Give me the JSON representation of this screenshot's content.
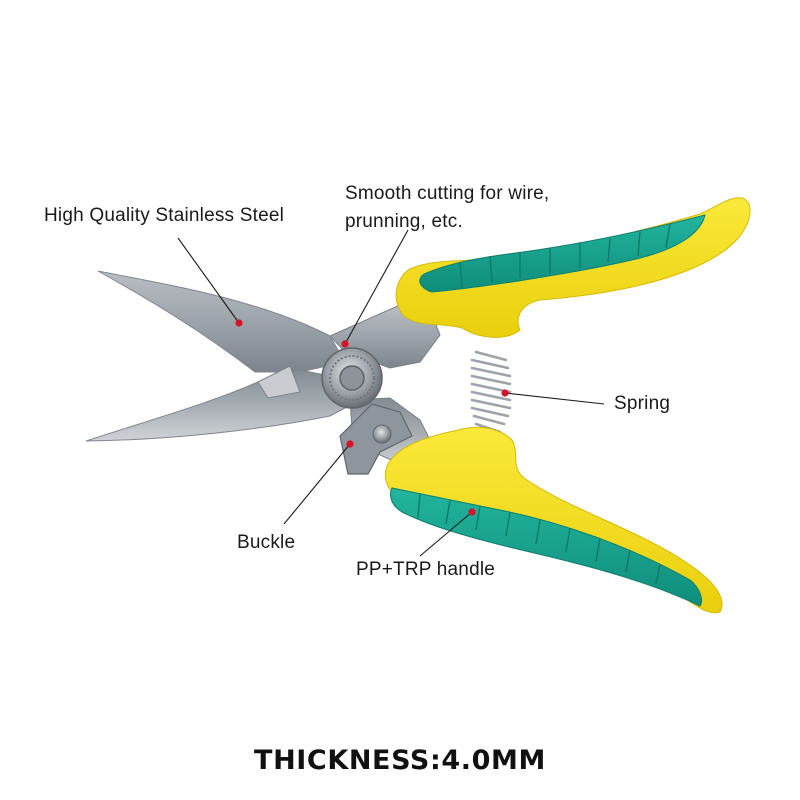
{
  "product": {
    "callouts": {
      "steel": "High Quality Stainless Steel",
      "cutting_line1": "Smooth cutting for wire,",
      "cutting_line2": "prunning, etc.",
      "spring": "Spring",
      "buckle": "Buckle",
      "handle": "PP+TRP handle"
    },
    "thickness": "THICKNESS:4.0MM"
  },
  "colors": {
    "handle_yellow": "#f7e21a",
    "handle_teal": "#16a792",
    "blade_steel": "#9aa1a8",
    "marker_red": "#d8122a",
    "text": "#1a1a1a"
  },
  "icons": [
    "shears-image",
    "spring-coil",
    "pivot-bolt"
  ]
}
